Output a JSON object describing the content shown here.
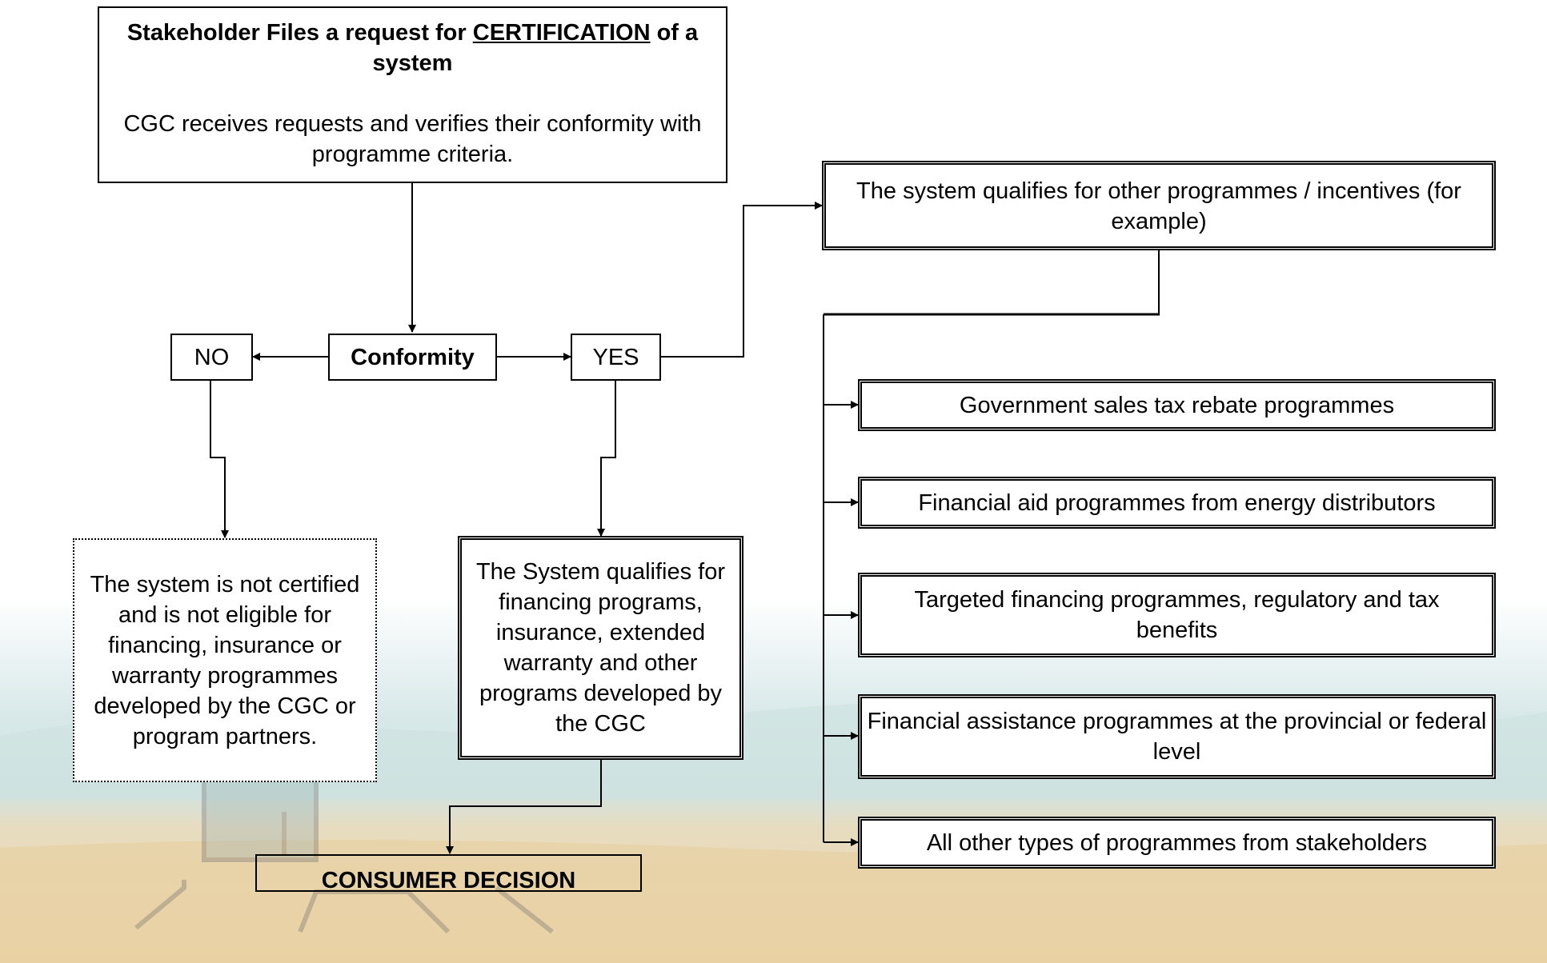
{
  "request_box": {
    "title_before": "Stakeholder Files a request for ",
    "title_keyword": "CERTIFICATION",
    "title_after": " of a system",
    "body": "CGC receives requests and verifies their conformity with programme criteria."
  },
  "conformity": {
    "label": "Conformity"
  },
  "no_branch": {
    "label": "NO",
    "outcome": "The system is not certified and is not eligible for financing, insurance or warranty programmes developed by the CGC or program partners."
  },
  "yes_branch": {
    "label": "YES",
    "outcome": "The System qualifies for financing programs, insurance, extended warranty and other programs developed by the CGC"
  },
  "consumer_decision": {
    "label": "CONSUMER DECISION"
  },
  "other_programmes": {
    "header": "The system qualifies for other programmes / incentives (for example)",
    "items": [
      "Government sales tax rebate programmes",
      "Financial aid programmes from energy distributors",
      "Targeted financing programmes, regulatory and tax benefits",
      "Financial assistance programmes at the provincial or federal level",
      "All other types of programmes from stakeholders"
    ]
  },
  "colors": {
    "sky": "#cfe3e5",
    "sand": "#ecd9b0",
    "line": "#000000"
  }
}
